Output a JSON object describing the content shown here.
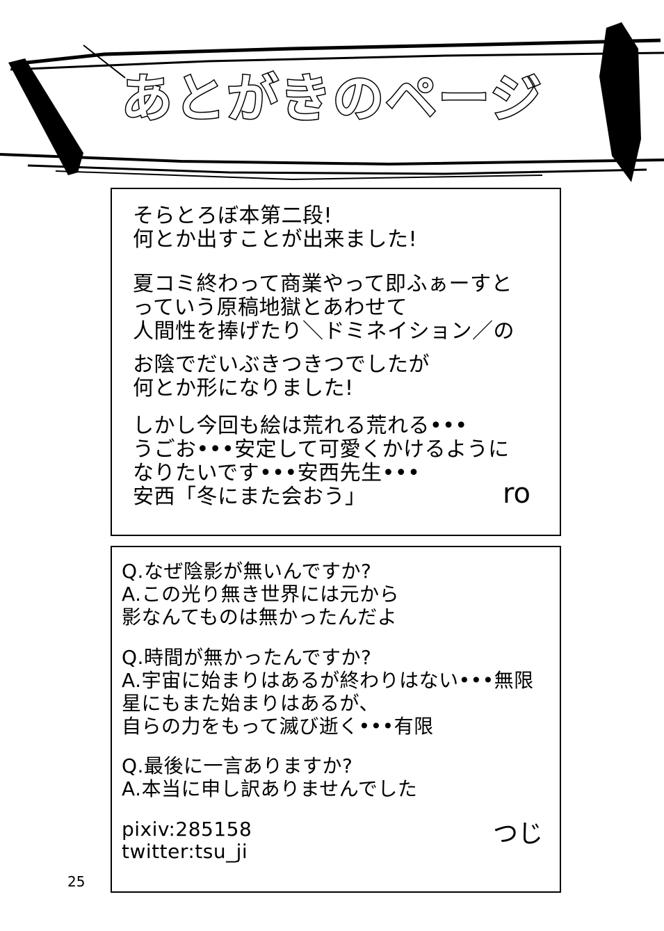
{
  "header": {
    "title": "あとがきのページ"
  },
  "afterword_ro": {
    "paragraphs": [
      [
        "そらとろぼ本第二段!",
        "何とか出すことが出来ました!"
      ],
      [
        "夏コミ終わって商業やって即ふぁーすと",
        "っていう原稿地獄とあわせて",
        "人間性を捧げたり＼ドミネイション／の"
      ],
      [
        "お陰でだいぶきつきつでしたが",
        "何とか形になりました!"
      ],
      [
        "しかし今回も絵は荒れる荒れる•••",
        "うごお•••安定して可愛くかけるように",
        "なりたいです•••安西先生•••",
        "安西「冬にまた会おう」"
      ]
    ],
    "signature": "ro"
  },
  "afterword_tsuji": {
    "paragraphs": [
      [
        "Q.なぜ陰影が無いんですか?",
        "A.この光り無き世界には元から",
        "影なんてものは無かったんだよ"
      ],
      [
        "Q.時間が無かったんですか?",
        "A.宇宙に始まりはあるが終わりはない•••無限",
        "星にもまた始まりはあるが、",
        "自らの力をもって滅び逝く•••有限"
      ],
      [
        "Q.最後に一言ありますか?",
        "A.本当に申し訳ありませんでした"
      ]
    ],
    "contact": [
      "pixiv:285158",
      "twitter:tsu_ji"
    ],
    "signature": "つじ"
  },
  "page_number": "25"
}
